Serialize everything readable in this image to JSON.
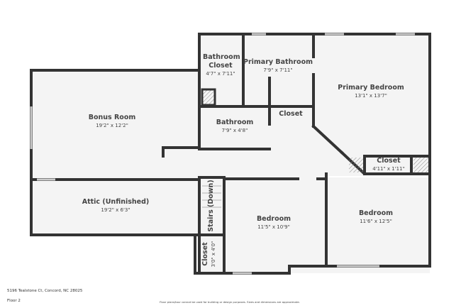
{
  "address": "5196 Tealstone Ct, Concord, NC 28025",
  "floor": "Floor 2",
  "disclaimer": "Floor plans/tour cannot be used for building or design purposes. Sizes and dimensions are approximate.",
  "colors": {
    "wall": "#333333",
    "floor": "#f4f4f4"
  },
  "rooms": [
    {
      "name": "Bathroom Closet",
      "dims": "4'7\" x 7'11\""
    },
    {
      "name": "Primary Bathroom",
      "dims": "7'9\" x 7'11\""
    },
    {
      "name": "Primary Bedroom",
      "dims": "13'1\" x 13'7\""
    },
    {
      "name": "Bonus Room",
      "dims": "19'2\" x 12'2\""
    },
    {
      "name": "Bathroom",
      "dims": "7'9\" x 4'8\""
    },
    {
      "name": "Closet",
      "dims": ""
    },
    {
      "name": "Closet",
      "dims": "4'11\" x 1'11\""
    },
    {
      "name": "Attic (Unfinished)",
      "dims": "19'2\" x 6'3\""
    },
    {
      "name": "Stairs (Down)",
      "dims": ""
    },
    {
      "name": "Bedroom",
      "dims": "11'5\" x 10'9\""
    },
    {
      "name": "Bedroom",
      "dims": "11'6\" x 12'5\""
    },
    {
      "name": "Closet",
      "dims": "3'0\" x 4'0\""
    }
  ]
}
